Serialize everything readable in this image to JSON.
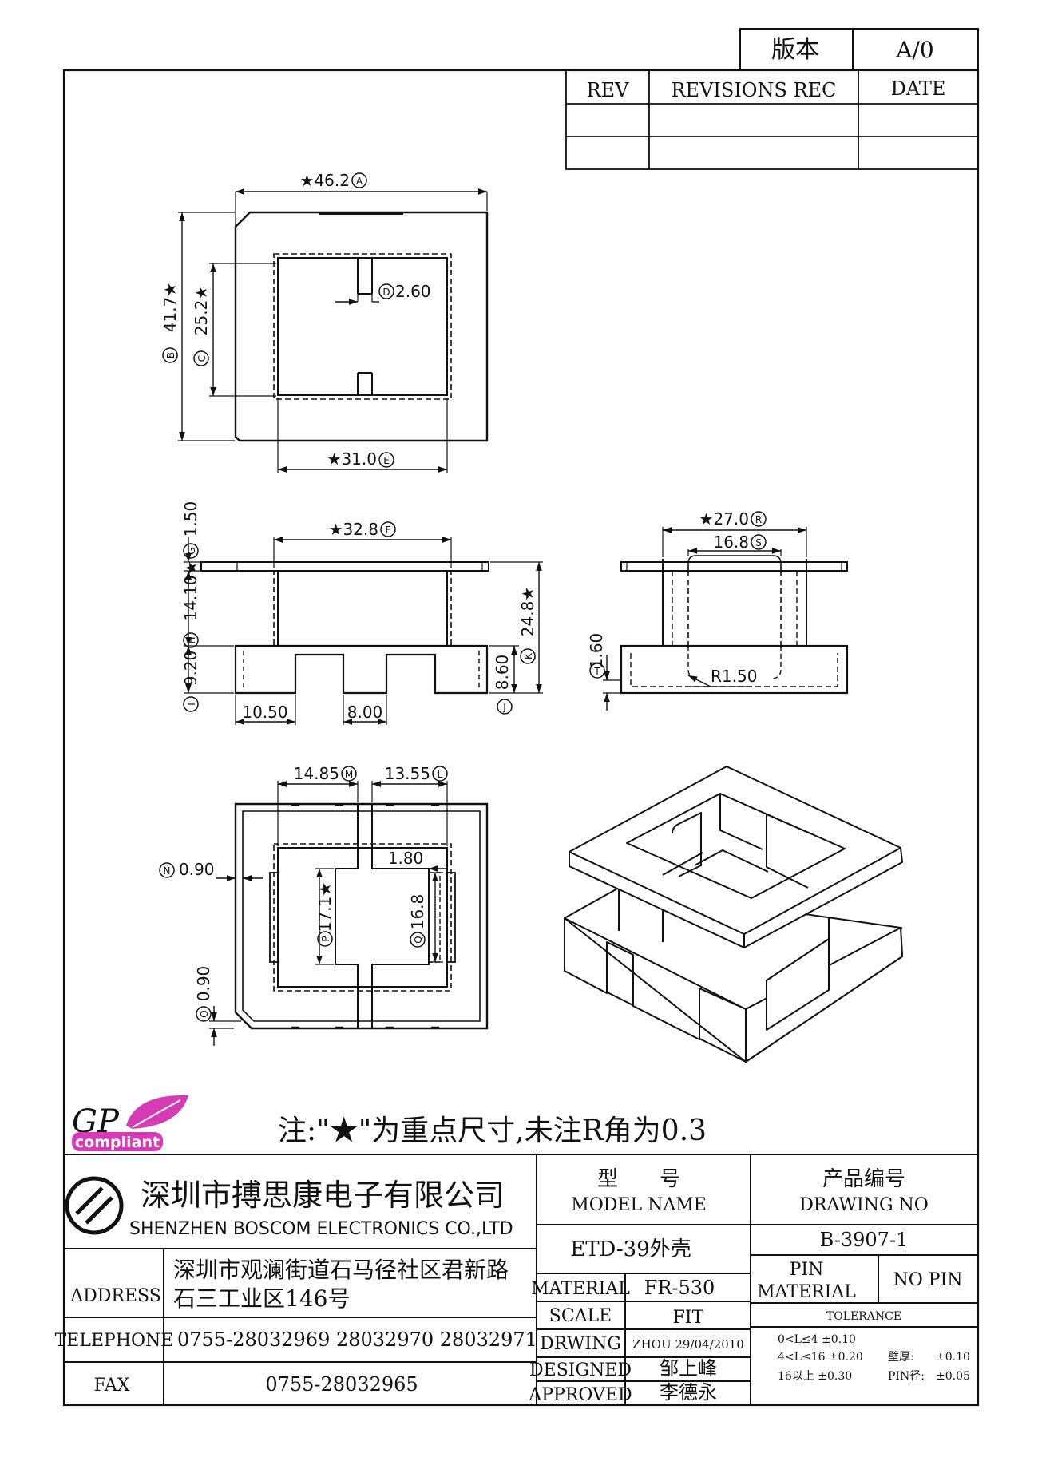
{
  "version_box": {
    "label": "版本",
    "value": "A/0"
  },
  "revisions": {
    "headers": {
      "rev": "REV",
      "rec": "REVISIONS REC",
      "date": "DATE"
    }
  },
  "dimensions": {
    "A": "★46.2",
    "B": "41.7★",
    "C": "25.2★",
    "D": "2.60",
    "E": "★31.0",
    "F": "★32.8",
    "G": "1.50",
    "H": "14.10★",
    "I": "9.20",
    "J": "8.60",
    "K": "24.8★",
    "L": "13.55",
    "M": "14.85",
    "N": "0.90",
    "O": "0.90",
    "P": "17.1★",
    "Q": "16.8",
    "R": "★27.0",
    "S": "16.8",
    "T": "1.60",
    "radius": "R1.50",
    "slot_left": "10.50",
    "slot_width": "8.00",
    "inner": "1.80"
  },
  "dimension_markers": {
    "A": "A",
    "B": "B",
    "C": "C",
    "D": "D",
    "E": "E",
    "F": "F",
    "G": "G",
    "H": "H",
    "I": "I",
    "J": "J",
    "K": "K",
    "L": "L",
    "M": "M",
    "N": "N",
    "O": "O",
    "P": "P",
    "Q": "Q",
    "R": "R",
    "S": "S",
    "T": "T"
  },
  "logo": {
    "gp": "GP",
    "compliant": "compliant",
    "leaf_color": "#d63ab5"
  },
  "note": "注:\"★\"为重点尺寸,未注R角为0.3",
  "company": {
    "name_cn": "深圳市搏思康电子有限公司",
    "name_en": "SHENZHEN BOSCOM ELECTRONICS CO.,LTD",
    "address_label": "ADDRESS",
    "address_line1": "深圳市观澜街道石马径社区君新路",
    "address_line2": "石三工业区146号",
    "telephone_label": "TELEPHONE",
    "telephone": "0755-28032969 28032970 28032971",
    "fax_label": "FAX",
    "fax": "0755-28032965"
  },
  "title_block": {
    "model_label_cn": "型　　号",
    "model_label_en": "MODEL NAME",
    "model_value": "ETD-39外壳",
    "drawing_label_cn": "产品编号",
    "drawing_label_en": "DRAWING NO",
    "drawing_value": "B-3907-1",
    "material_label": "MATERIAL",
    "material_value": "FR-530",
    "scale_label": "SCALE",
    "scale_value": "FIT",
    "drawing_by_label": "DRWING",
    "drawing_by_value": "ZHOU 29/04/2010",
    "designed_label": "DESIGNED",
    "designed_value": "邹上峰",
    "approved_label": "APPROVED",
    "approved_value": "李德永",
    "pin_material_label1": "PIN",
    "pin_material_label2": "MATERIAL",
    "pin_material_value": "NO PIN",
    "tolerance_label": "TOLERANCE",
    "tol1": "0<L≤4  ±0.10",
    "tol2": "4<L≤16  ±0.20",
    "tol3": "16以上     ±0.30",
    "wall_label": "壁厚:",
    "wall_value": "±0.10",
    "pin_dia_label": "PIN径:",
    "pin_dia_value": "±0.05"
  }
}
